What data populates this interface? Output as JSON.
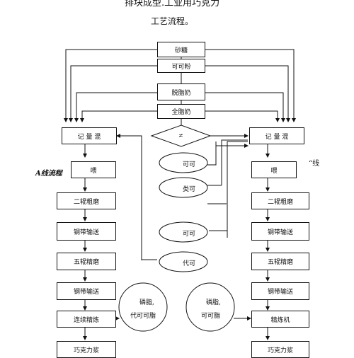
{
  "title": {
    "line1": "排块成型.工业用巧克力",
    "line2": "工艺流程。"
  },
  "ingredients": {
    "sugar": "砂糖",
    "cocoa_powder": "可可粉",
    "skim_milk": "脱脂奶",
    "whole_milk": "全脂奶"
  },
  "center": {
    "diamond_mark": "≠",
    "cocoa_butter": "可可",
    "cocoa_butter_like": "类可",
    "cocoa_butter_2": "可可",
    "cocoa_butter_substitute": "代可",
    "lecithin_left_line1": "磷脂,",
    "lecithin_left_line2": "代可可脂",
    "lecithin_right_line1": "磷脂,",
    "lecithin_right_line2": "可可脂"
  },
  "line_a": {
    "label": "A线流程",
    "steps": [
      "记 量 混",
      "喂",
      "二辊粗磨",
      "钢带输送",
      "五辊精磨",
      "钢带输送",
      "连续精炼",
      "巧克力浆"
    ]
  },
  "line_b": {
    "label": "“线",
    "steps": [
      "记 量 混",
      "喂",
      "二辊粗磨",
      "钢带输送",
      "五辊精磨",
      "钢带输送",
      "精炼机",
      "巧克力浆"
    ]
  }
}
